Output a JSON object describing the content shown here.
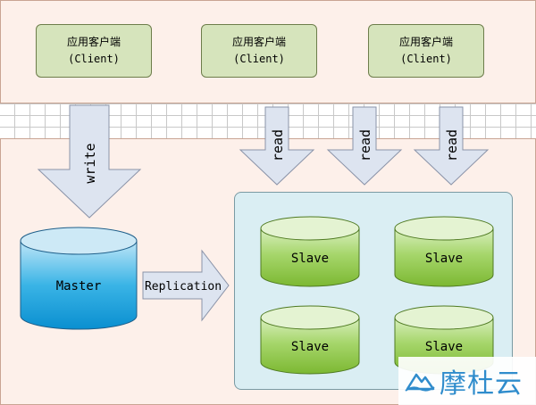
{
  "clients": [
    {
      "name_cn": "应用客户端",
      "name_en": "(Client)"
    },
    {
      "name_cn": "应用客户端",
      "name_en": "(Client)"
    },
    {
      "name_cn": "应用客户端",
      "name_en": "(Client)"
    }
  ],
  "arrows": {
    "write": "write",
    "read": "read",
    "replication": "Replication"
  },
  "master": {
    "label": "Master"
  },
  "slaves": [
    {
      "label": "Slave"
    },
    {
      "label": "Slave"
    },
    {
      "label": "Slave"
    },
    {
      "label": "Slave"
    }
  ],
  "watermark": {
    "text": "摩杜云"
  },
  "colors": {
    "panel_bg": "#fdf0ea",
    "client_fill": "#d6e4bc",
    "master_fill": "#1aa0d8",
    "slave_fill": "#8cc63f",
    "slave_box": "#daeef3",
    "arrow_fill": "#dde4f0",
    "watermark": "#2f8ccc"
  }
}
